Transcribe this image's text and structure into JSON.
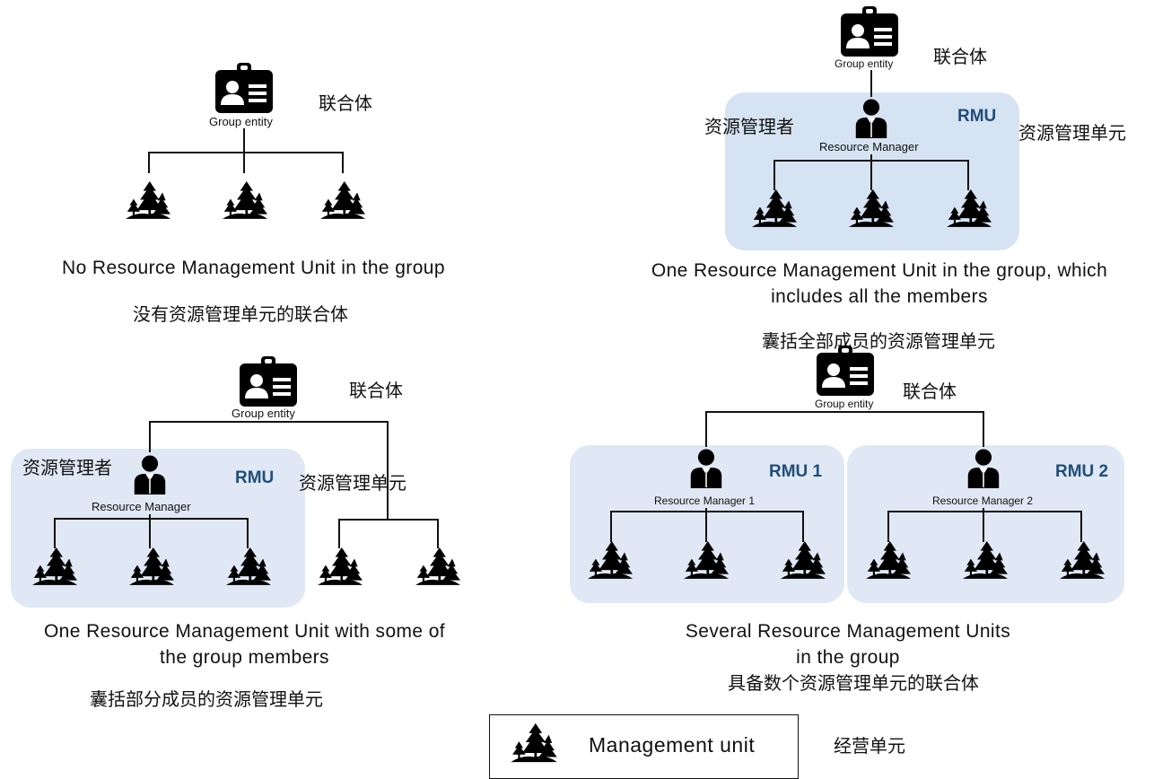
{
  "labels": {
    "group_entity": "Group entity",
    "resource_manager": "Resource Manager",
    "resource_manager_1": "Resource Manager 1",
    "resource_manager_2": "Resource Manager 2",
    "rmu": "RMU",
    "rmu_1": "RMU 1",
    "rmu_2": "RMU 2",
    "zh_group": "联合体",
    "zh_manager": "资源管理者",
    "zh_rmu": "资源管理单元"
  },
  "diagrams": {
    "no_rmu": {
      "caption": "No Resource Management Unit in the group",
      "caption_zh": "没有资源管理单元的联合体"
    },
    "one_rmu_all": {
      "caption_line1": "One Resource Management Unit in the group, which",
      "caption_line2": "includes all the members",
      "caption_zh": "囊括全部成员的资源管理单元"
    },
    "one_rmu_some": {
      "caption_line1": "One Resource Management Unit with some of",
      "caption_line2": "the group members",
      "caption_zh": "囊括部分成员的资源管理单元"
    },
    "several_rmu": {
      "caption_line1": "Several Resource Management Units",
      "caption_line2": "in the group",
      "caption_zh": "具备数个资源管理单元的联合体"
    }
  },
  "legend": {
    "label": "Management unit",
    "label_zh": "经营单元"
  },
  "icons": {
    "group_entity": "id-badge-icon",
    "resource_manager": "businessman-icon",
    "management_unit": "trees-icon"
  },
  "colors": {
    "rmu_fill": "#dfe8f4",
    "rmu_text": "#1f4e79",
    "lines": "#111111"
  }
}
